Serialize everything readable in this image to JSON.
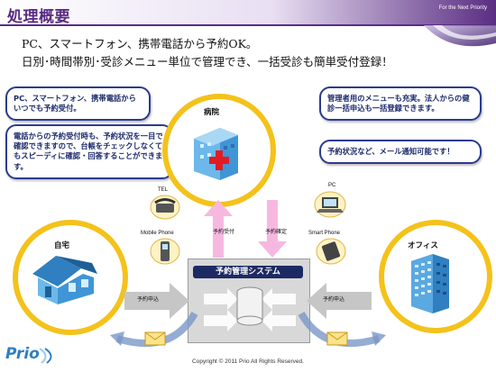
{
  "header": {
    "title": "処理概要",
    "tagline": "For the Next Priority"
  },
  "lead": {
    "line1": "PC、スマートフォン、携帯電話から予約OK。",
    "line2": "日別･時間帯別･受診メニュー単位で管理でき、一括受診も簡単受付登録！"
  },
  "boxes": {
    "left1": "PC、スマートフォン、携帯電話からいつでも予約受付。",
    "left2": "電話からの予約受付時も、予約状況を一目で確認できますので、台帳をチェックしなくてもスピーディに確認・回答することができます。",
    "right1": "管理者用のメニューも充実。法人からの健診一括申込も一括登録できます。",
    "right2": "予約状況など、メール通知可能です！"
  },
  "places": {
    "hospital": "病院",
    "home": "自宅",
    "office": "オフィス"
  },
  "devices": {
    "tel": "TEL",
    "mobile": "Mobile Phone",
    "pc": "PC",
    "smartphone": "Smart Phone"
  },
  "system": {
    "title": "予約管理システム"
  },
  "arrows": {
    "accept": "予約受付",
    "confirm": "予約確定",
    "apply_left": "予約申込",
    "apply_right": "予約申込"
  },
  "footer": {
    "logo": "Prio",
    "copyright": "Copyright © 2011 Prio All Rights Reserved."
  },
  "colors": {
    "navy": "#1c2a63",
    "gold": "#f4c21b",
    "purple": "#5a2d82"
  }
}
